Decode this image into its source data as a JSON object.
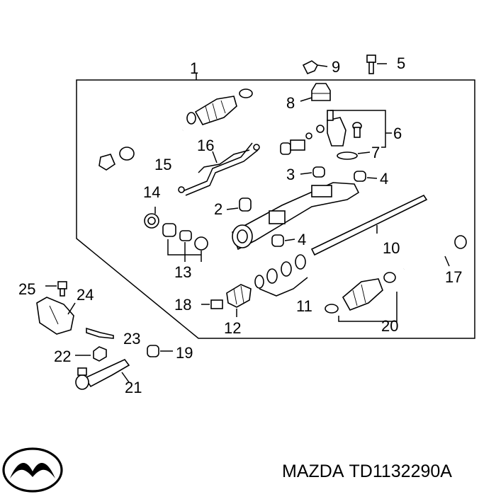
{
  "diagram": {
    "callouts": {
      "c1": "1",
      "c2": "2",
      "c3": "3",
      "c4a": "4",
      "c4b": "4",
      "c5": "5",
      "c6": "6",
      "c7": "7",
      "c8": "8",
      "c9": "9",
      "c10": "10",
      "c11": "11",
      "c12": "12",
      "c13": "13",
      "c14": "14",
      "c15": "15",
      "c16": "16",
      "c17": "17",
      "c18": "18",
      "c19": "19",
      "c20": "20",
      "c21": "21",
      "c22": "22",
      "c23": "23",
      "c24": "24",
      "c25": "25"
    }
  },
  "brand": {
    "logo_icon": "mazda-logo-icon",
    "make": "MAZDA",
    "part_number": "TD1132290A"
  },
  "colors": {
    "ink": "#000000",
    "background": "#ffffff"
  }
}
